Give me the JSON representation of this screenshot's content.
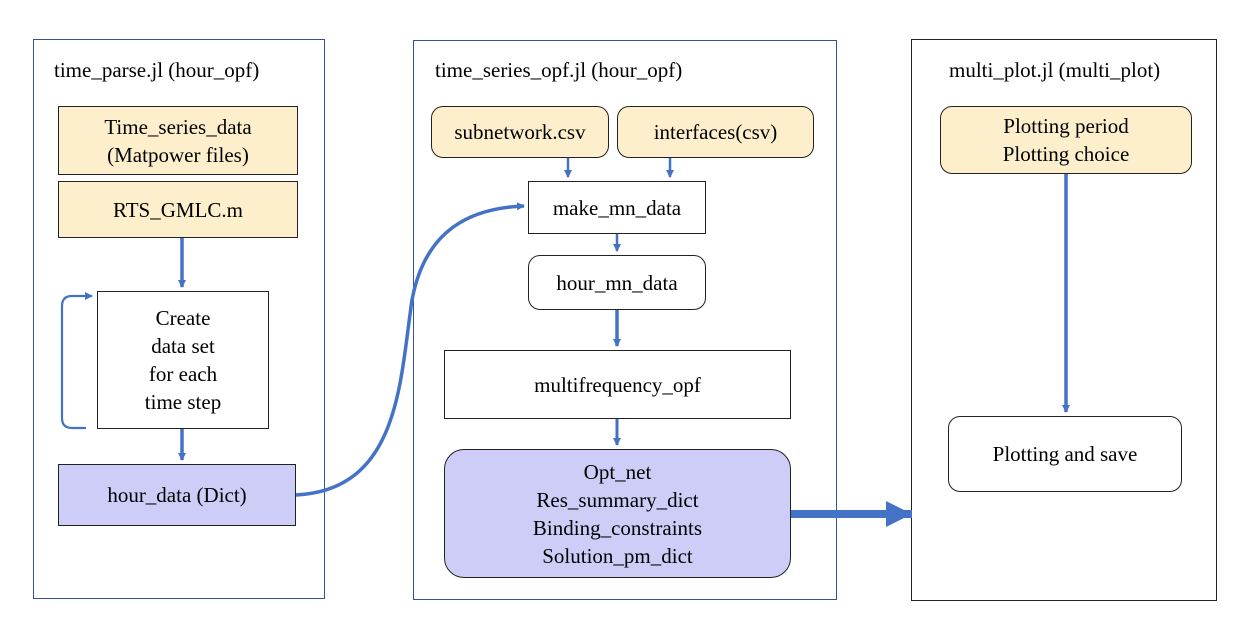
{
  "colors": {
    "arrow": "#4472c4",
    "input_fill": "#fdefcb",
    "output_fill": "#cdcdf8",
    "panel_border_blue": "#2f5597",
    "panel_border_black": "#222222"
  },
  "panels": {
    "time_parse": {
      "title": "time_parse.jl (hour_opf)",
      "time_series_lines": [
        "Time_series_data",
        "(Matpower files)"
      ],
      "rts_file": "RTS_GMLC.m",
      "create_lines": [
        "Create",
        "data set",
        "for each",
        "time step"
      ],
      "hour_data": "hour_data (Dict)"
    },
    "time_series_opf": {
      "title": "time_series_opf.jl (hour_opf)",
      "subnetwork": "subnetwork.csv",
      "interfaces": "interfaces(csv)",
      "make_mn_data": "make_mn_data",
      "hour_mn_data": "hour_mn_data",
      "multifrequency_opf": "multifrequency_opf",
      "results_lines": [
        "Opt_net",
        "Res_summary_dict",
        "Binding_constraints",
        "Solution_pm_dict"
      ]
    },
    "multi_plot": {
      "title": "multi_plot.jl (multi_plot)",
      "plot_options_lines": [
        "Plotting period",
        "Plotting choice"
      ],
      "plotting_and_save": "Plotting and save"
    }
  }
}
